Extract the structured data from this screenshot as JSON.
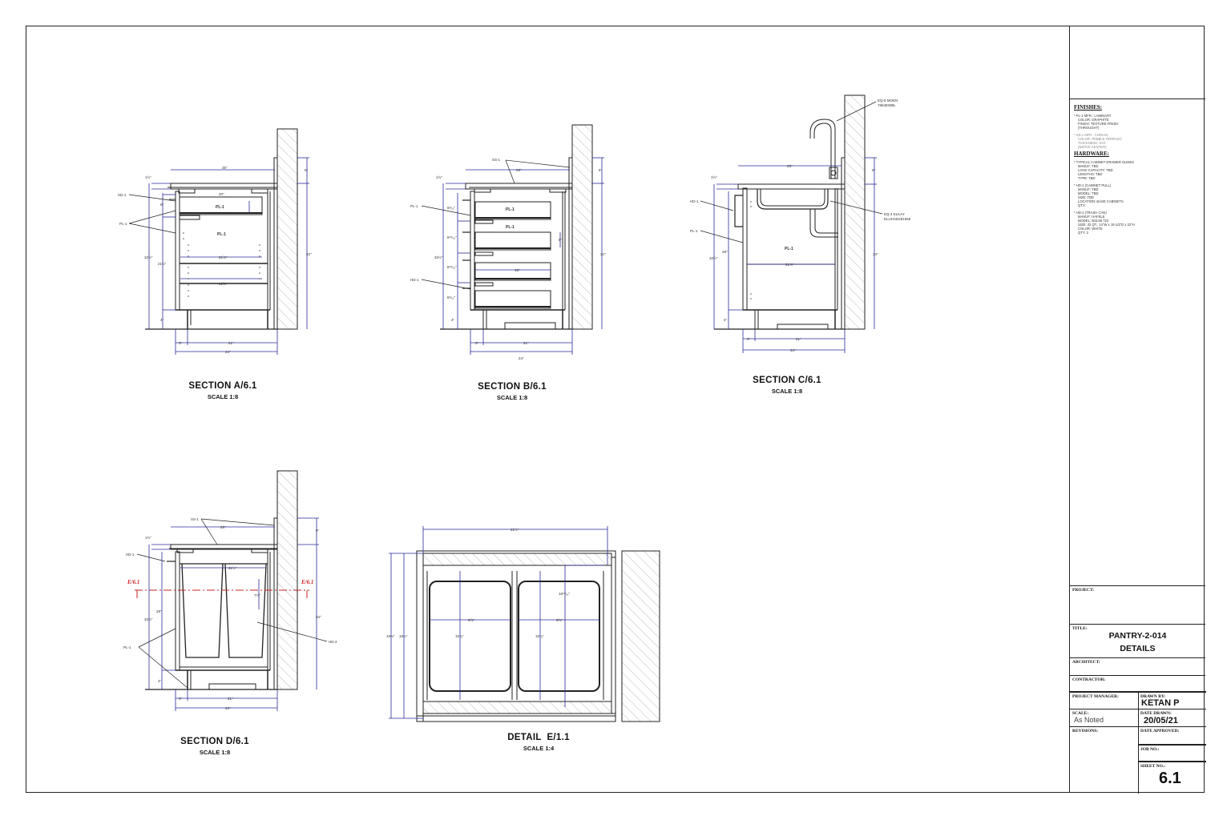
{
  "sheet": {
    "title_block": {
      "finishes": {
        "heading": "FINISHES:",
        "items": [
          {
            "lines": [
              "* PL-1 MFR.: LAMINART",
              "COLOR: GRAPHITE",
              "FINISH: TEXTURE FINISH",
              "(THROUGHT)"
            ],
            "faded": false
          },
          {
            "lines": [
              "* SS-1 MFR.: CORIAN",
              "COLOR: PEBBLE TERRAZO",
              "THICKNESS: XXX",
              "(NERVE CENTER)"
            ],
            "faded": true
          }
        ]
      },
      "hardware": {
        "heading": "HARDWARE:",
        "items": [
          {
            "lines": [
              "* TYPICAL CABINET DRAWER SLIDES",
              "MANUF: TBD",
              "LOAD CAPACITY: TBD",
              "LENGTHS: TBD",
              "TYPE: TBD"
            ]
          },
          {
            "lines": [
              "* HD-1 (CABINET PULL)",
              "MANUF: TBD",
              "MODEL: TBD",
              "SIZE: TBD",
              "LOCATION: BASE CABINETS",
              "QTY:"
            ]
          },
          {
            "lines": [
              "* HD-2 (TRASH CAN)",
              "MANUF: HAFELE",
              "MODEL: 503.66.724",
              "SIZE: 32 QT., 14\"W x 10-1/2\"D x 22\"H",
              "COLOR: WHITE",
              "QTY: 2"
            ]
          }
        ]
      },
      "project_label": "PROJECT:",
      "title_label": "TITLE:",
      "title_line1": "PANTRY-2-014",
      "title_line2": "DETAILS",
      "architect_label": "ARCHITECT:",
      "contractor_label": "CONTRACTOR:",
      "project_manager_label": "PROJECT MANAGER:",
      "drawn_by_label": "DRAWN BY:",
      "drawn_by": "KETAN P",
      "scale_label": "SCALE:",
      "scale": "As Noted",
      "date_drawn_label": "DATE DRAWN:",
      "date_drawn": "20/05/21",
      "revisions_label": "REVISIONS:",
      "date_approved_label": "DATE APPROVED:",
      "job_no_label": "JOB NO.:",
      "sheet_no_label": "SHEET NO.:",
      "sheet_no": "6.1"
    },
    "views": [
      {
        "id": "A",
        "title": "SECTION A/6.1",
        "scale": "SCALE 1:8"
      },
      {
        "id": "B",
        "title": "SECTION B/6.1",
        "scale": "SCALE 1:8"
      },
      {
        "id": "C",
        "title": "SECTION C/6.1",
        "scale": "SCALE 1:8"
      },
      {
        "id": "D",
        "title": "SECTION D/6.1",
        "scale": "SCALE 1:8"
      },
      {
        "id": "E",
        "title": "DETAIL  E/1.1",
        "scale": "SCALE 1:4"
      }
    ],
    "annotations": {
      "section_a": {
        "dims": [
          "25\"",
          "1½\"",
          "6\"",
          "20\"",
          "6\"",
          "21½\"",
          "21⅞\"",
          "21⅝\"",
          "32½\"",
          "34\"",
          "4\"",
          "3\"",
          "21\"",
          "24\""
        ],
        "tags": [
          "HD-1",
          "PL-1",
          "PL-1",
          "PL-1"
        ]
      },
      "section_b": {
        "dims": [
          "25\"",
          "1½\"",
          "6\"",
          "6⁵⁄₁₆\"",
          "8¹⁵⁄₁₆\"",
          "6\"",
          "19\"",
          "8¹⁵⁄₁₆\"",
          "6⁵⁄₁₆\"",
          "32½\"",
          "34\"",
          "4\"",
          "3\"",
          "21\"",
          "24\""
        ],
        "tags": [
          "SS-1",
          "PL-1",
          "PL-1",
          "PL-1",
          "HD-1"
        ]
      },
      "section_c": {
        "dims": [
          "25\"",
          "1½\"",
          "6\"",
          "28\"",
          "32½\"",
          "21⅞\"",
          "34\"",
          "4\"",
          "3\"",
          "21\"",
          "24\""
        ],
        "tags": [
          "EQ-5 MOEN",
          "7864EWBL",
          "EQ-4 ELKAY",
          "ELUHAD281655",
          "HD-1",
          "PL-1",
          "PL-1"
        ]
      },
      "section_d": {
        "dims": [
          "25\"",
          "1½\"",
          "6\"",
          "21½\"",
          "7½\"",
          "28\"",
          "32½\"",
          "34\"",
          "4\"",
          "3\"",
          "21\"",
          "24\""
        ],
        "tags": [
          "SS-1",
          "HD-1",
          "PL-1",
          "HD-2",
          "E/6.1",
          "E/6.1"
        ]
      },
      "detail_e": {
        "dims": [
          "21½\"",
          "19⅜\"",
          "19¼\"",
          "9⅝\"",
          "9⅝\"",
          "15⁷⁄₈\"",
          "15⁷⁄₈\"",
          "16¹⁵⁄₁₆\""
        ]
      }
    },
    "colors": {
      "dimension": "#2a2a9a",
      "section_cut": "#cc2222",
      "line": "#222222",
      "hatch": "#bbbbbb"
    }
  }
}
